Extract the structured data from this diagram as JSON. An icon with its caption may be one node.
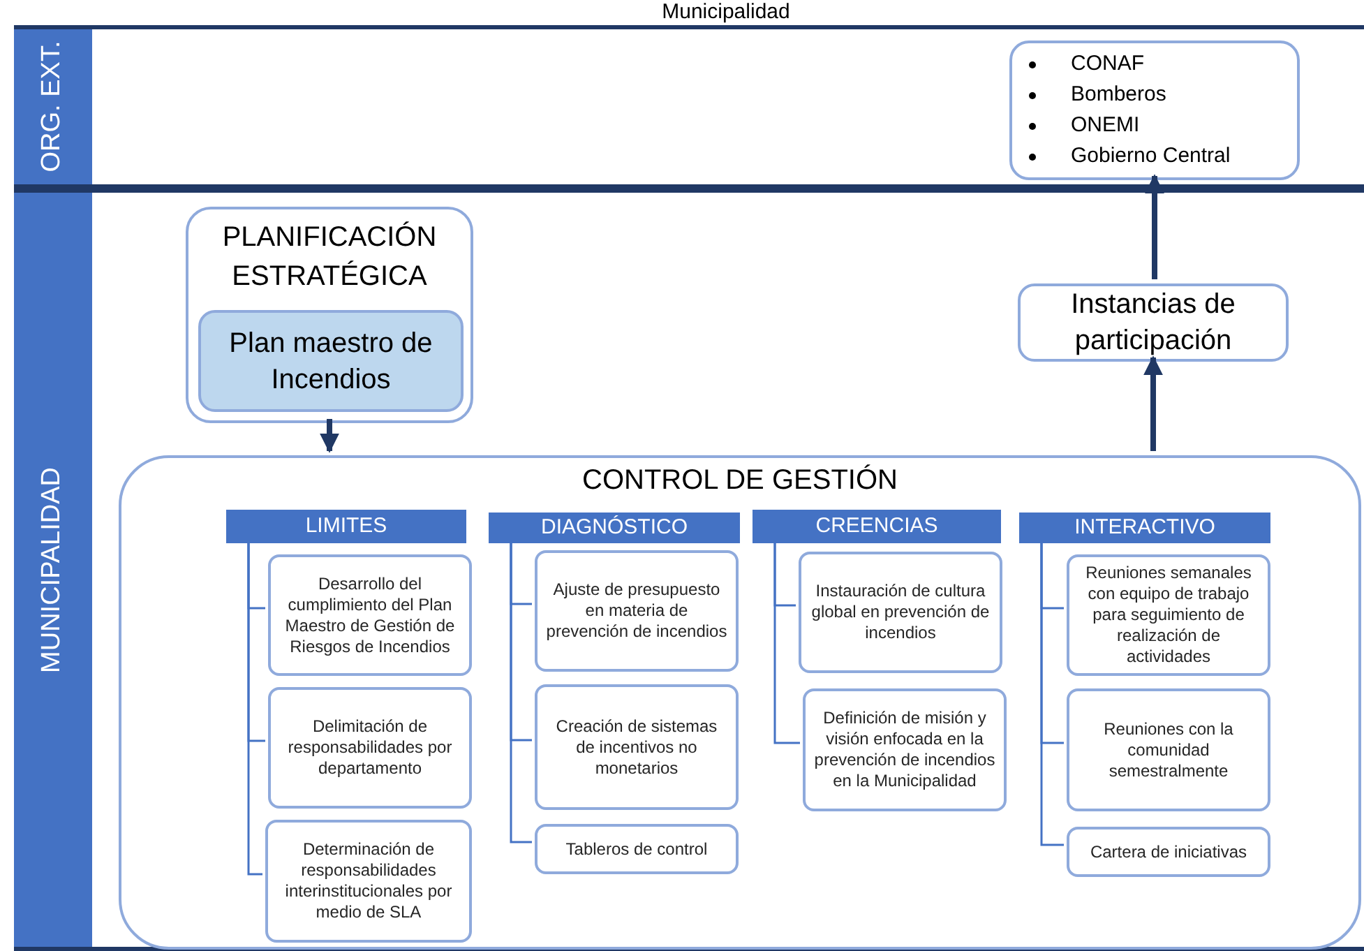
{
  "diagram": {
    "title": "Municipalidad",
    "nodes": [
      {
        "text": [
          "ORG. EXT."
        ]
      },
      {
        "text": [
          "MUNICIPALIDAD"
        ]
      },
      {
        "text": [
          "CONAF",
          "Bomberos",
          "ONEMI",
          "Gobierno Central"
        ],
        "in": 0
      },
      {
        "text": [
          "PLANIFICACIÓN ESTRATÉGICA"
        ],
        "in": 1
      },
      {
        "text": [
          "Plan maestro de Incendios"
        ],
        "in": 3
      },
      {
        "text": [
          "Instancias de participación"
        ],
        "in": 1
      },
      {
        "text": [
          "CONTROL DE GESTIÓN"
        ],
        "in": 1
      },
      {
        "text": [
          "LIMITES"
        ],
        "in": 6
      },
      {
        "text": [
          "Desarrollo del cumplimiento del Plan Maestro de Gestión de Riesgos de Incendios"
        ],
        "in": 6
      },
      {
        "text": [
          "Delimitación de responsabilidades por departamento"
        ],
        "in": 6
      },
      {
        "text": [
          "Determinación de responsabilidades interinstitucionales por medio de SLA"
        ],
        "in": 6
      },
      {
        "text": [
          "DIAGNÓSTICO"
        ],
        "in": 6
      },
      {
        "text": [
          "Ajuste de presupuesto en materia de prevención de incendios"
        ],
        "in": 6
      },
      {
        "text": [
          "Creación de sistemas de incentivos no monetarios"
        ],
        "in": 6
      },
      {
        "text": [
          "Tableros de control"
        ],
        "in": 6
      },
      {
        "text": [
          "CREENCIAS"
        ],
        "in": 6
      },
      {
        "text": [
          "Instauración de cultura global en prevención de incendios"
        ],
        "in": 6
      },
      {
        "text": [
          "Definición de misión y visión enfocada en la prevención de incendios en la Municipalidad"
        ],
        "in": 6
      },
      {
        "text": [
          "INTERACTIVO"
        ],
        "in": 6
      },
      {
        "text": [
          "Reuniones semanales con equipo de trabajo para seguimiento de realización de actividades"
        ],
        "in": 6
      },
      {
        "text": [
          "Reuniones con la comunidad semestralmente"
        ],
        "in": 6
      },
      {
        "text": [
          "Cartera de iniciativas"
        ],
        "in": 6
      }
    ],
    "edges": [
      {
        "from": 3,
        "to": 6,
        "arrow": "to",
        "style": "thick",
        "color": "#203864"
      },
      {
        "from": 6,
        "to": 5,
        "arrow": "to",
        "style": "thick",
        "color": "#203864"
      },
      {
        "from": 5,
        "to": 2,
        "arrow": "to",
        "style": "thick",
        "color": "#203864"
      },
      {
        "from": 7,
        "to": 8,
        "arrow": "none"
      },
      {
        "from": 7,
        "to": 9,
        "arrow": "none"
      },
      {
        "from": 7,
        "to": 10,
        "arrow": "none"
      },
      {
        "from": 11,
        "to": 12,
        "arrow": "none"
      },
      {
        "from": 11,
        "to": 13,
        "arrow": "none"
      },
      {
        "from": 11,
        "to": 14,
        "arrow": "none"
      },
      {
        "from": 15,
        "to": 16,
        "arrow": "none"
      },
      {
        "from": 15,
        "to": 17,
        "arrow": "none"
      },
      {
        "from": 18,
        "to": 19,
        "arrow": "none"
      },
      {
        "from": 18,
        "to": 20,
        "arrow": "none"
      },
      {
        "from": 18,
        "to": 21,
        "arrow": "none"
      }
    ]
  }
}
